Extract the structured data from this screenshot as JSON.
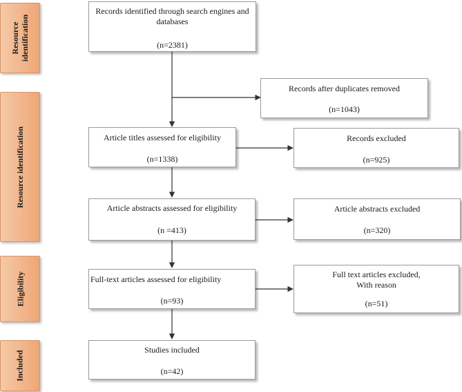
{
  "stages": [
    {
      "id": "resource-identification-1",
      "label": "Resource\nidentification"
    },
    {
      "id": "resource-identification-2",
      "label": "Resource identification"
    },
    {
      "id": "eligibility",
      "label": "Eligibility"
    },
    {
      "id": "included",
      "label": "Included"
    }
  ],
  "boxes": {
    "records_identified": {
      "title": "Records identified through search engines and databases",
      "count": "(n=2381)"
    },
    "duplicates_removed": {
      "title": "Records after duplicates removed",
      "count": "(n=1043)"
    },
    "titles_assessed": {
      "title": "Article titles assessed for eligibility",
      "count": "(n=1338)"
    },
    "records_excluded": {
      "title": "Records excluded",
      "count": "(n=925)"
    },
    "abstracts_assessed": {
      "title": "Article abstracts assessed for eligibility",
      "count": "(n =413)"
    },
    "abstracts_excluded": {
      "title": "Article abstracts excluded",
      "count": "(n=320)"
    },
    "fulltext_assessed": {
      "title": "Full-text articles assessed for eligibility",
      "count": "(n=93)"
    },
    "fulltext_excluded": {
      "title": "Full text articles excluded,\nWith reason",
      "count": "(n=51)"
    },
    "studies_included": {
      "title": "Studies included",
      "count": "(n=42)"
    }
  }
}
